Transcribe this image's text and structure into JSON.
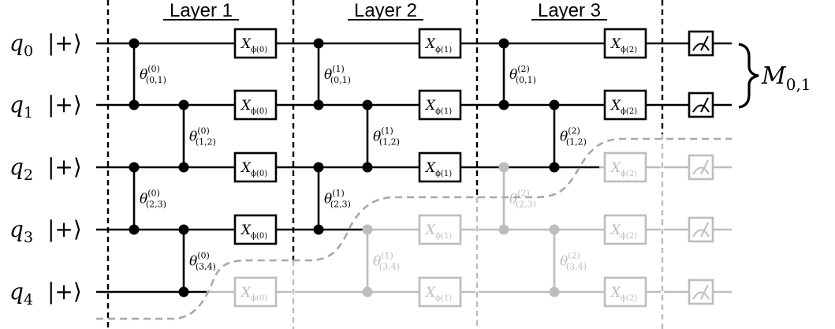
{
  "layers": [
    {
      "label": "Layer 1"
    },
    {
      "label": "Layer 2"
    },
    {
      "label": "Layer 3"
    }
  ],
  "qubits": [
    {
      "name": "q",
      "index": "0",
      "state": "|+⟩"
    },
    {
      "name": "q",
      "index": "1",
      "state": "|+⟩"
    },
    {
      "name": "q",
      "index": "2",
      "state": "|+⟩"
    },
    {
      "name": "q",
      "index": "3",
      "state": "|+⟩"
    },
    {
      "name": "q",
      "index": "4",
      "state": "|+⟩"
    }
  ],
  "gate_symbol": "X",
  "phi_labels": [
    "ϕ(0)",
    "ϕ(1)",
    "ϕ(2)"
  ],
  "theta": {
    "symbol": "θ",
    "layers": [
      [
        {
          "sup": "(0)",
          "sub": "(0,1)",
          "active": true
        },
        {
          "sup": "(0)",
          "sub": "(1,2)",
          "active": true
        },
        {
          "sup": "(0)",
          "sub": "(2,3)",
          "active": true
        },
        {
          "sup": "(0)",
          "sub": "(3,4)",
          "active": true
        }
      ],
      [
        {
          "sup": "(1)",
          "sub": "(0,1)",
          "active": true
        },
        {
          "sup": "(1)",
          "sub": "(1,2)",
          "active": true
        },
        {
          "sup": "(1)",
          "sub": "(2,3)",
          "active": true
        },
        {
          "sup": "(1)",
          "sub": "(3,4)",
          "active": false
        }
      ],
      [
        {
          "sup": "(2)",
          "sub": "(0,1)",
          "active": true
        },
        {
          "sup": "(2)",
          "sub": "(1,2)",
          "active": true
        },
        {
          "sup": "(2)",
          "sub": "(2,3)",
          "active": false
        },
        {
          "sup": "(2)",
          "sub": "(3,4)",
          "active": false
        }
      ]
    ]
  },
  "active_gates": [
    [
      true,
      true,
      true,
      true,
      false
    ],
    [
      true,
      true,
      true,
      false,
      false
    ],
    [
      true,
      true,
      false,
      false,
      false
    ]
  ],
  "measured_qubits": [
    true,
    true,
    false,
    false,
    false
  ],
  "measurement_label": {
    "symbol": "M",
    "subscript": "0,1"
  },
  "colors": {
    "active": "#000000",
    "inactive": "#bdbdbd",
    "boundary": "#a8a8a8"
  }
}
